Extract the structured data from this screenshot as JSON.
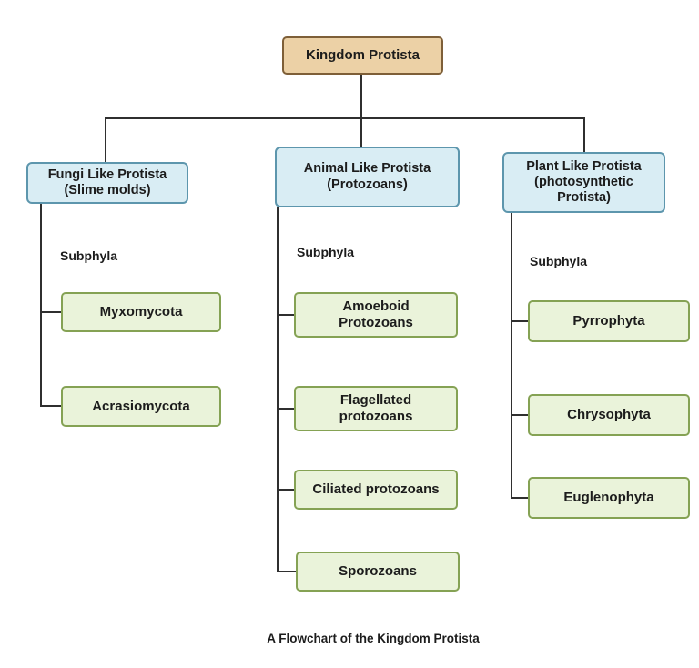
{
  "title": "Kingdom Protista Flowchart",
  "colors": {
    "root_fill": "#ecd1a6",
    "root_border": "#7e5f38",
    "branch_fill": "#d9edf4",
    "branch_border": "#5d96ad",
    "leaf_fill": "#eaf3da",
    "leaf_border": "#85a254",
    "line": "#2f2f2f",
    "text": "#1c1c1c",
    "background": "#ffffff"
  },
  "root": {
    "label": "Kingdom Protista"
  },
  "branches": [
    {
      "label": "Fungi Like Protista\n(Slime molds)",
      "subphyla_label": "Subphyla",
      "children": [
        {
          "label": "Myxomycota"
        },
        {
          "label": "Acrasiomycota"
        }
      ]
    },
    {
      "label": "Animal Like Protista\n(Protozoans)",
      "subphyla_label": "Subphyla",
      "children": [
        {
          "label": "Amoeboid\nProtozoans"
        },
        {
          "label": "Flagellated\nprotozoans"
        },
        {
          "label": "Ciliated protozoans"
        },
        {
          "label": "Sporozoans"
        }
      ]
    },
    {
      "label": "Plant Like Protista\n(photosynthetic\nProtista)",
      "subphyla_label": "Subphyla",
      "children": [
        {
          "label": "Pyrrophyta"
        },
        {
          "label": "Chrysophyta"
        },
        {
          "label": "Euglenophyta"
        }
      ]
    }
  ],
  "caption": "A Flowchart of the Kingdom Protista"
}
